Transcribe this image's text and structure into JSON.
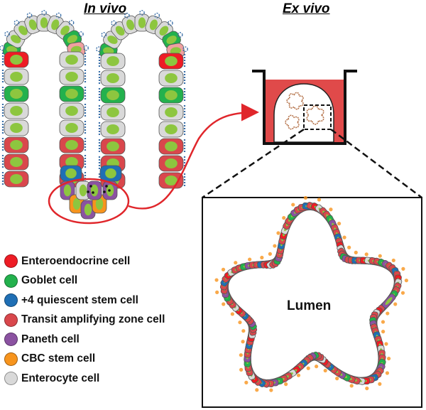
{
  "titles": {
    "in_vivo": "In vivo",
    "ex_vivo": "Ex vivo"
  },
  "lumen_label": "Lumen",
  "legend": [
    {
      "label": "Enteroendocrine cell",
      "color": "#ee1c25"
    },
    {
      "label": "Goblet cell",
      "color": "#23b14d"
    },
    {
      "label": "+4 quiescent stem cell",
      "color": "#1f6fb5"
    },
    {
      "label": "Transit amplifying zone cell",
      "color": "#d9474c"
    },
    {
      "label": "Paneth cell",
      "color": "#8b52a1"
    },
    {
      "label": "CBC stem cell",
      "color": "#f7941d"
    },
    {
      "label": "Enterocyte cell",
      "color": "#d9d9d9"
    }
  ],
  "colors": {
    "nucleus": "#8dc63f",
    "arrow": "#e0262b",
    "culture_medium": "#e04a4a",
    "microvilli": "#3a6fa8"
  }
}
